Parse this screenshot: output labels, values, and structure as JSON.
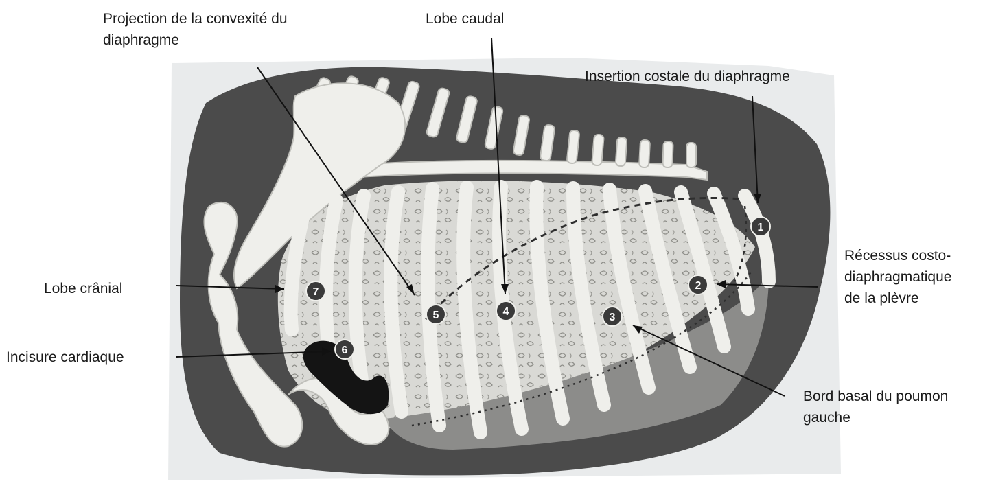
{
  "labels": {
    "projection": {
      "line1": "Projection de la convexité du",
      "line2": "diaphragme"
    },
    "lobe_caudal": "Lobe caudal",
    "insertion": "Insertion costale du diaphragme",
    "recessus": {
      "line1": "Récessus costo-",
      "line2": "diaphragmatique",
      "line3": "de la plèvre"
    },
    "lobe_cranial": "Lobe crânial",
    "incisure": "Incisure cardiaque",
    "bord_basal": {
      "line1": "Bord basal du poumon",
      "line2": "gauche"
    }
  },
  "markers": [
    {
      "number": "1"
    },
    {
      "number": "2"
    },
    {
      "number": "3"
    },
    {
      "number": "4"
    },
    {
      "number": "5"
    },
    {
      "number": "6"
    },
    {
      "number": "7"
    }
  ],
  "colors": {
    "background_dark": "#4a4a4a",
    "bone": "#eeeeea",
    "lung": "#d8d8d4",
    "marker_fill": "#3a3a3a",
    "marker_text": "#ffffff",
    "pointer": "#111111",
    "cardiac_notch": "#141414"
  }
}
